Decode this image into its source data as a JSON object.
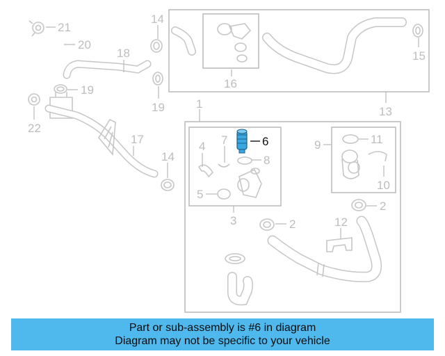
{
  "diagram": {
    "callouts": {
      "c21": "21",
      "c20": "20",
      "c18": "18",
      "c19a": "19",
      "c22": "22",
      "c17": "17",
      "c14a": "14",
      "c19b": "19",
      "c16": "16",
      "c15": "15",
      "c13": "13",
      "c1": "1",
      "c14b": "14",
      "c4": "4",
      "c7": "7",
      "c6": "6",
      "c8": "8",
      "c5": "5",
      "c3": "3",
      "c9": "9",
      "c11": "11",
      "c10": "10",
      "c2a": "2",
      "c2b": "2",
      "c12": "12"
    },
    "highlighted_part": "6",
    "highlight_color": "#3aa8e0"
  },
  "banner": {
    "line1": "Part or sub-assembly is #6 in diagram",
    "line2": "Diagram may not be specific to your vehicle",
    "background": "#4fb9ee"
  }
}
